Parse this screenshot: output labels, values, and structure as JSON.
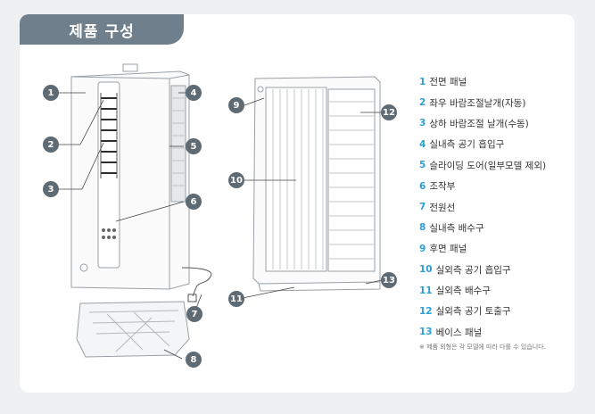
{
  "title": "제품 구성",
  "callouts": [
    "1",
    "2",
    "3",
    "4",
    "5",
    "6",
    "7",
    "8",
    "9",
    "10",
    "11",
    "12",
    "13"
  ],
  "parts": [
    {
      "num": "1",
      "label": "전면 패널"
    },
    {
      "num": "2",
      "label": "좌우 바람조절날개(자동)"
    },
    {
      "num": "3",
      "label": "상하 바람조절 날개(수동)"
    },
    {
      "num": "4",
      "label": "실내측 공기 흡입구"
    },
    {
      "num": "5",
      "label": "슬라이딩 도어(일부모델 제외)"
    },
    {
      "num": "6",
      "label": "조작부"
    },
    {
      "num": "7",
      "label": "전원선"
    },
    {
      "num": "8",
      "label": "실내측 배수구"
    },
    {
      "num": "9",
      "label": "후면 패널"
    },
    {
      "num": "10",
      "label": "실외측 공기 흡입구"
    },
    {
      "num": "11",
      "label": "실외측 배수구"
    },
    {
      "num": "12",
      "label": "실외측 공기 토출구"
    },
    {
      "num": "13",
      "label": "베이스 패널"
    }
  ],
  "note": "※ 제품 외형은 각 모델에 따라 다를 수 있습니다.",
  "colors": {
    "accent": "#2a9fd6",
    "tab": "#6f7f8c",
    "callout": "#5f6b74",
    "background": "#eef0f2"
  }
}
